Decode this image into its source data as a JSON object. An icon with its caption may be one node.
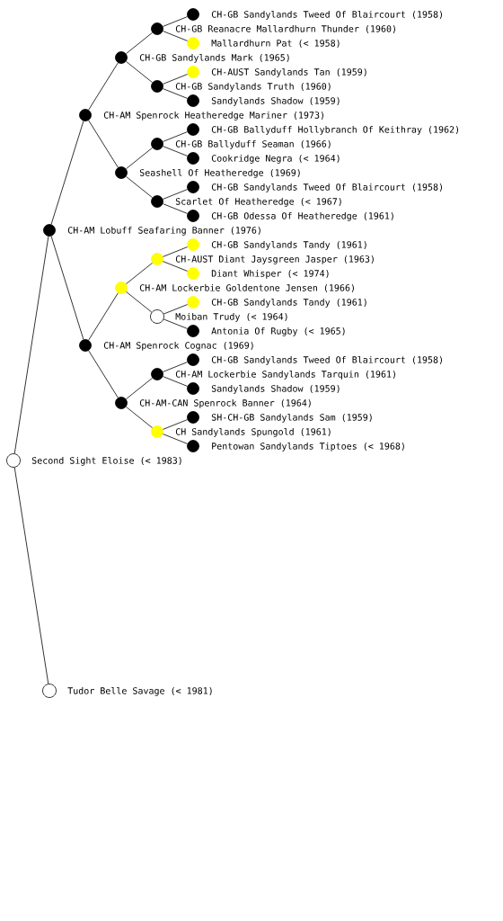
{
  "diagram": {
    "nodes": [
      {
        "text": [
          "CH-GB Sandylands Tweed Of Blaircourt (1958)"
        ]
      },
      {
        "text": [
          "CH-GB Reanacre Mallardhurn Thunder (1960)"
        ]
      },
      {
        "text": [
          "Mallardhurn Pat (< 1958)"
        ]
      },
      {
        "text": [
          "CH-GB Sandylands Mark (1965)"
        ]
      },
      {
        "text": [
          "CH-AUST Sandylands Tan (1959)"
        ]
      },
      {
        "text": [
          "CH-GB Sandylands Truth (1960)"
        ]
      },
      {
        "text": [
          "Sandylands Shadow (1959)"
        ]
      },
      {
        "text": [
          "CH-AM Spenrock Heatheredge Mariner (1973)"
        ]
      },
      {
        "text": [
          "CH-GB Ballyduff Hollybranch Of Keithray (1962)"
        ]
      },
      {
        "text": [
          "CH-GB Ballyduff Seaman (1966)"
        ]
      },
      {
        "text": [
          "Cookridge Negra (< 1964)"
        ]
      },
      {
        "text": [
          "Seashell Of Heatheredge (1969)"
        ]
      },
      {
        "text": [
          "CH-GB Sandylands Tweed Of Blaircourt (1958)"
        ]
      },
      {
        "text": [
          "Scarlet Of Heatheredge (< 1967)"
        ]
      },
      {
        "text": [
          "CH-GB Odessa Of Heatheredge (1961)"
        ]
      },
      {
        "text": [
          "CH-AM Lobuff Seafaring Banner (1976)"
        ]
      },
      {
        "text": [
          "CH-GB Sandylands Tandy (1961)"
        ]
      },
      {
        "text": [
          "CH-AUST Diant Jaysgreen Jasper (1963)"
        ]
      },
      {
        "text": [
          "Diant Whisper (< 1974)"
        ]
      },
      {
        "text": [
          "CH-AM Lockerbie Goldentone Jensen (1966)"
        ]
      },
      {
        "text": [
          "CH-GB Sandylands Tandy (1961)"
        ]
      },
      {
        "text": [
          "Moiban Trudy (< 1964)"
        ]
      },
      {
        "text": [
          "Antonia Of Rugby (< 1965)"
        ]
      },
      {
        "text": [
          "CH-AM Spenrock Cognac (1969)"
        ]
      },
      {
        "text": [
          "CH-GB Sandylands Tweed Of Blaircourt (1958)"
        ]
      },
      {
        "text": [
          "CH-AM Lockerbie Sandylands Tarquin (1961)"
        ]
      },
      {
        "text": [
          "Sandylands Shadow (1959)"
        ]
      },
      {
        "text": [
          "CH-AM-CAN Spenrock Banner (1964)"
        ]
      },
      {
        "text": [
          "SH-CH-GB Sandylands Sam (1959)"
        ]
      },
      {
        "text": [
          "CH Sandylands Spungold (1961)"
        ]
      },
      {
        "text": [
          "Pentowan Sandylands Tiptoes (< 1968)"
        ]
      },
      {
        "text": [
          "Second Sight Eloise (< 1983)"
        ]
      },
      {
        "text": [
          "Tudor Belle Savage (< 1981)"
        ]
      }
    ],
    "edges": [
      {
        "from": 31,
        "to": 15,
        "arrow": "none"
      },
      {
        "from": 31,
        "to": 32,
        "arrow": "none"
      },
      {
        "from": 15,
        "to": 7,
        "arrow": "none"
      },
      {
        "from": 15,
        "to": 23,
        "arrow": "none"
      },
      {
        "from": 7,
        "to": 3,
        "arrow": "none"
      },
      {
        "from": 7,
        "to": 11,
        "arrow": "none"
      },
      {
        "from": 23,
        "to": 19,
        "arrow": "none"
      },
      {
        "from": 23,
        "to": 27,
        "arrow": "none"
      },
      {
        "from": 3,
        "to": 1,
        "arrow": "none"
      },
      {
        "from": 3,
        "to": 5,
        "arrow": "none"
      },
      {
        "from": 11,
        "to": 9,
        "arrow": "none"
      },
      {
        "from": 11,
        "to": 13,
        "arrow": "none"
      },
      {
        "from": 19,
        "to": 17,
        "arrow": "none"
      },
      {
        "from": 19,
        "to": 21,
        "arrow": "none"
      },
      {
        "from": 27,
        "to": 25,
        "arrow": "none"
      },
      {
        "from": 27,
        "to": 29,
        "arrow": "none"
      },
      {
        "from": 1,
        "to": 0,
        "arrow": "none"
      },
      {
        "from": 1,
        "to": 2,
        "arrow": "none"
      },
      {
        "from": 5,
        "to": 4,
        "arrow": "none"
      },
      {
        "from": 5,
        "to": 6,
        "arrow": "none"
      },
      {
        "from": 9,
        "to": 8,
        "arrow": "none"
      },
      {
        "from": 9,
        "to": 10,
        "arrow": "none"
      },
      {
        "from": 13,
        "to": 12,
        "arrow": "none"
      },
      {
        "from": 13,
        "to": 14,
        "arrow": "none"
      },
      {
        "from": 17,
        "to": 16,
        "arrow": "none"
      },
      {
        "from": 17,
        "to": 18,
        "arrow": "none"
      },
      {
        "from": 21,
        "to": 20,
        "arrow": "none"
      },
      {
        "from": 21,
        "to": 22,
        "arrow": "none"
      },
      {
        "from": 25,
        "to": 24,
        "arrow": "none"
      },
      {
        "from": 25,
        "to": 26,
        "arrow": "none"
      },
      {
        "from": 29,
        "to": 28,
        "arrow": "none"
      },
      {
        "from": 29,
        "to": 30,
        "arrow": "none"
      }
    ]
  }
}
